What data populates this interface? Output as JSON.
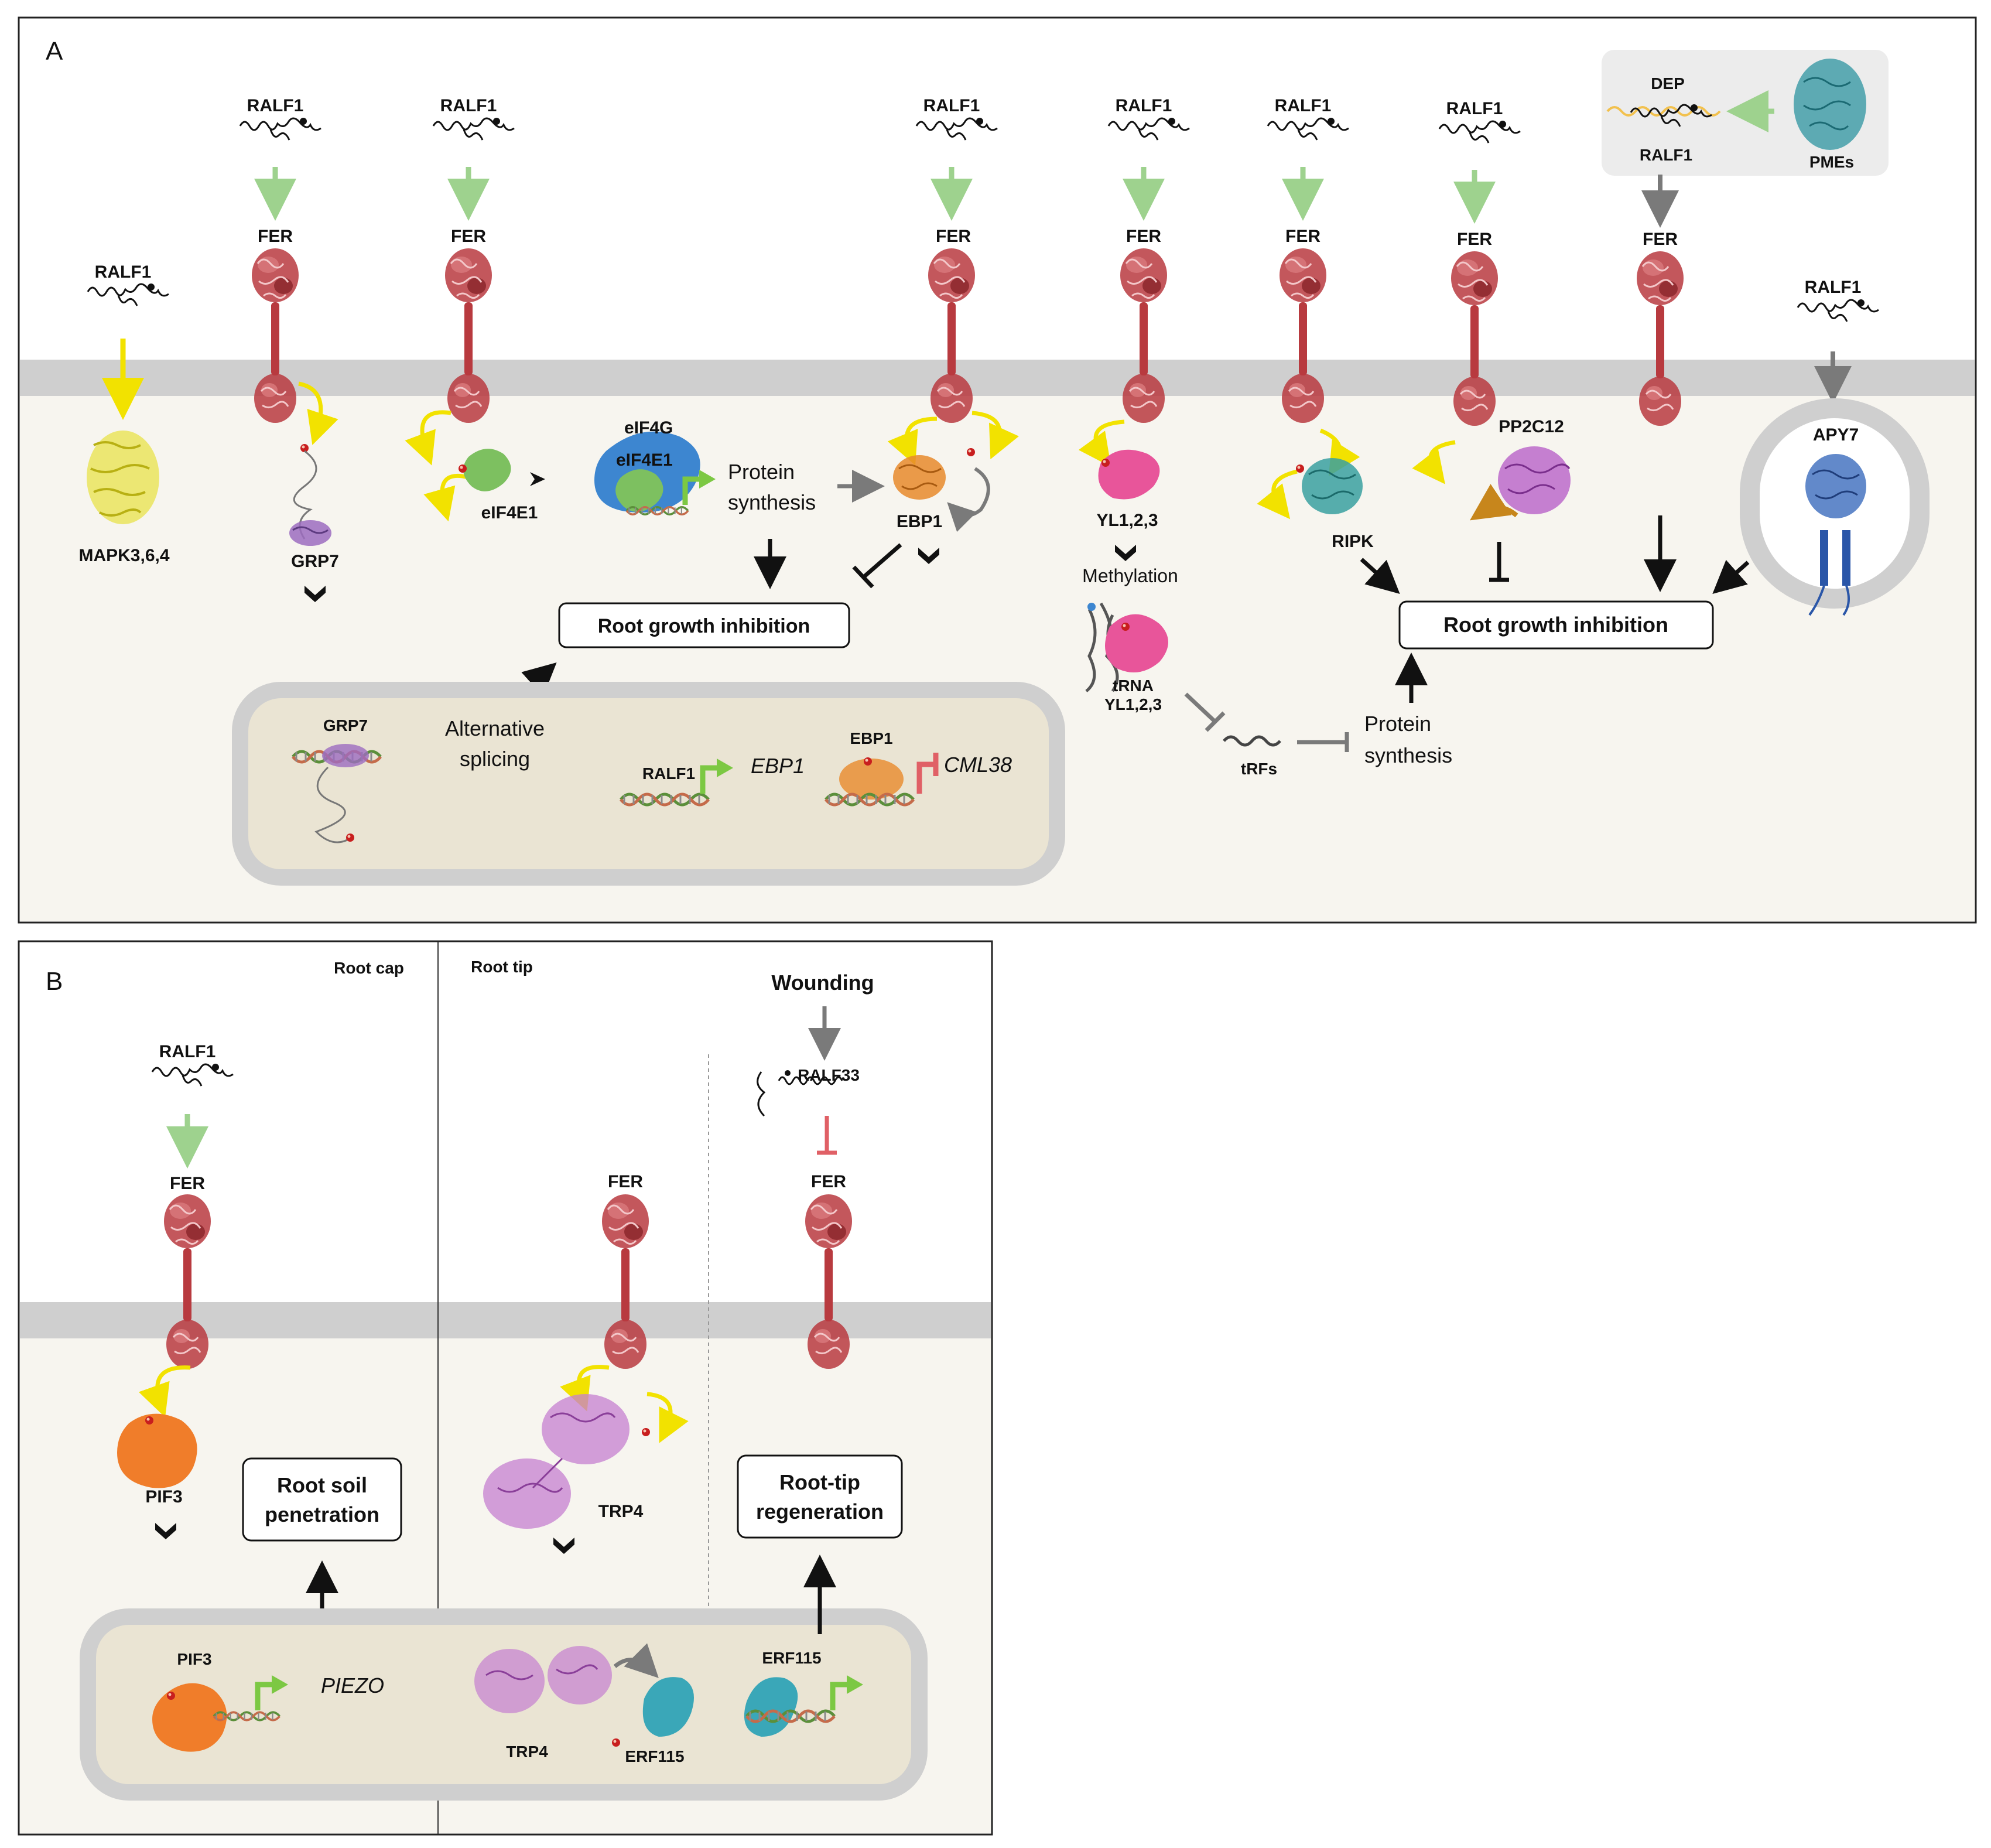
{
  "panel_a": {
    "letter": "A",
    "ralf1": "RALF1",
    "fer": "FER",
    "mapk": "MAPK3,6,4",
    "grp7": "GRP7",
    "eif4e1": "eIF4E1",
    "eif4g": "eIF4G",
    "eif4e1_complex": "eIF4E1",
    "protein_synthesis_1": "Protein",
    "protein_synthesis_2": "synthesis",
    "ebp1": "EBP1",
    "root_growth_inhibition_left": "Root growth inhibition",
    "yl": "YL1,2,3",
    "methylation": "Methylation",
    "trna": "tRNA",
    "trna_yl": "YL1,2,3",
    "trfs": "tRFs",
    "ripk": "RIPK",
    "pp2c12": "PP2C12",
    "dep": "DEP",
    "pmes": "PMEs",
    "apy7": "APY7",
    "root_growth_inhibition_right": "Root growth inhibition",
    "protein_synthesis_right_1": "Protein",
    "protein_synthesis_right_2": "synthesis",
    "nucleus": {
      "grp7": "GRP7",
      "alt_splicing_1": "Alternative",
      "alt_splicing_2": "splicing",
      "ralf1": "RALF1",
      "ebp1_gene": "EBP1",
      "ebp1": "EBP1",
      "cml38": "CML38"
    }
  },
  "panel_b": {
    "letter": "B",
    "root_cap": "Root cap",
    "root_tip": "Root tip",
    "wounding": "Wounding",
    "ralf1": "RALF1",
    "ralf33": "RALF33",
    "fer": "FER",
    "pif3": "PIF3",
    "trp4": "TRP4",
    "root_soil_1": "Root soil",
    "root_soil_2": "penetration",
    "root_tip_regen_1": "Root-tip",
    "root_tip_regen_2": "regeneration",
    "nucleus": {
      "pif3": "PIF3",
      "piezo": "PIEZO",
      "trp4": "TRP4",
      "erf115_a": "ERF115",
      "erf115_b": "ERF115"
    }
  },
  "colors": {
    "membrane": "#cfcfcf",
    "cytoplasm": "#f7f5ef",
    "nucleus_fill": "#eae4d3",
    "nucleus_border": "#cfcfcf",
    "fer_red": "#b83a3f",
    "green_arrow": "#9ed28e",
    "yellow": "#f2e200",
    "gray_arrow": "#7a7a7a",
    "red_inhibit": "#e06066",
    "mapk_yellow": "#e8e24a",
    "eif_green": "#7dc060",
    "eif_blue": "#3d86d0",
    "ebp1_orange": "#e88a2c",
    "yl_pink": "#e8559a",
    "ripk_teal": "#3aa0a0",
    "pp2c12_purple": "#b862c8",
    "grp7_purple": "#9c6cc0",
    "apy7_blue": "#3b6bbd",
    "pif3_orange": "#f07d2a",
    "trp4_violet": "#c57fd0",
    "erf115_teal": "#3aa7b8",
    "gene_green": "#7cc843"
  }
}
